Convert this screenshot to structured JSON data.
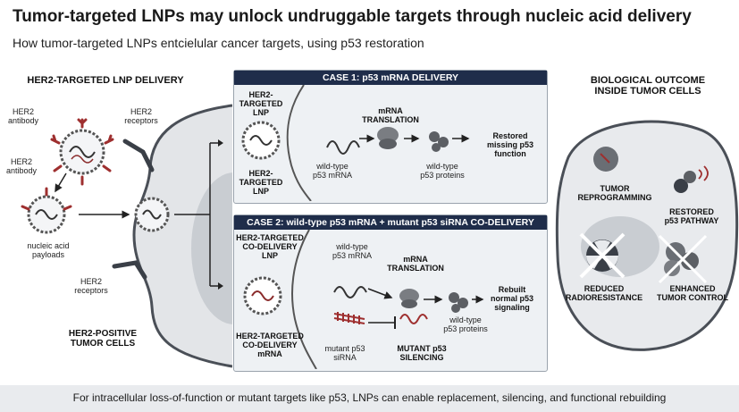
{
  "header": {
    "title": "Tumor-targeted LNPs may unlock undruggable targets through nucleic acid delivery",
    "subtitle": "How tumor-targeted LNPs entcielular cancer targets, using p53 restoration"
  },
  "left_panel": {
    "heading": "HER2-TARGETED LNP DELIVERY",
    "her2_antibody_1": "HER2\nantibody",
    "her2_antibody_2": "HER2\nantibody",
    "her2_receptors_top": "HER2\nreceptors",
    "nucleic_acid": "nucleic acid\npayloads",
    "her2_receptors_bottom": "HER2\nreceptors",
    "tumor_cells": "HER2-POSITIVE\nTUMOR CELLS"
  },
  "case1": {
    "heading": "CASE 1: p53 mRNA DELIVERY",
    "lnp_top": "HER2-\nTARGETED\nLNP",
    "lnp_bottom": "HER2-\nTARGETED\nLNP",
    "translation": "mRNA\nTRANSLATION",
    "mrna": "wild-type\np53 mRNA",
    "proteins": "wild-type\np53 proteins",
    "outcome": "Restored\nmissing p53\nfunction"
  },
  "case2": {
    "heading": "CASE 2: wild-type p53 mRNA + mutant p53 siRNA CO-DELIVERY",
    "lnp_top": "HER2-TARGETED\nCO-DELIVERY\nLNP",
    "lnp_bottom": "HER2-TARGETED\nCO-DELIVERY\nmRNA",
    "mrna": "wild-type\np53 mRNA",
    "translation": "mRNA\nTRANSLATION",
    "outcome": "Rebuilt\nnormal p53\nsignaling",
    "proteins": "wild-type\np53 proteins",
    "sirna": "mutant p53\nsiRNA",
    "silencing": "MUTANT p53\nSILENCING"
  },
  "right_panel": {
    "heading": "BIOLOGICAL OUTCOME\nINSIDE TUMOR CELLS",
    "reprogramming": "TUMOR\nREPROGRAMMING",
    "restored": "RESTORED\np53 PATHWAY",
    "radioresistance": "REDUCED\nRADIORESISTANCE",
    "control": "ENHANCED\nTUMOR CONTROL"
  },
  "footer": {
    "text": "For intracellular loss-of-function or mutant targets like p53, LNPs can enable replacement, silencing, and functional rebuilding"
  }
}
